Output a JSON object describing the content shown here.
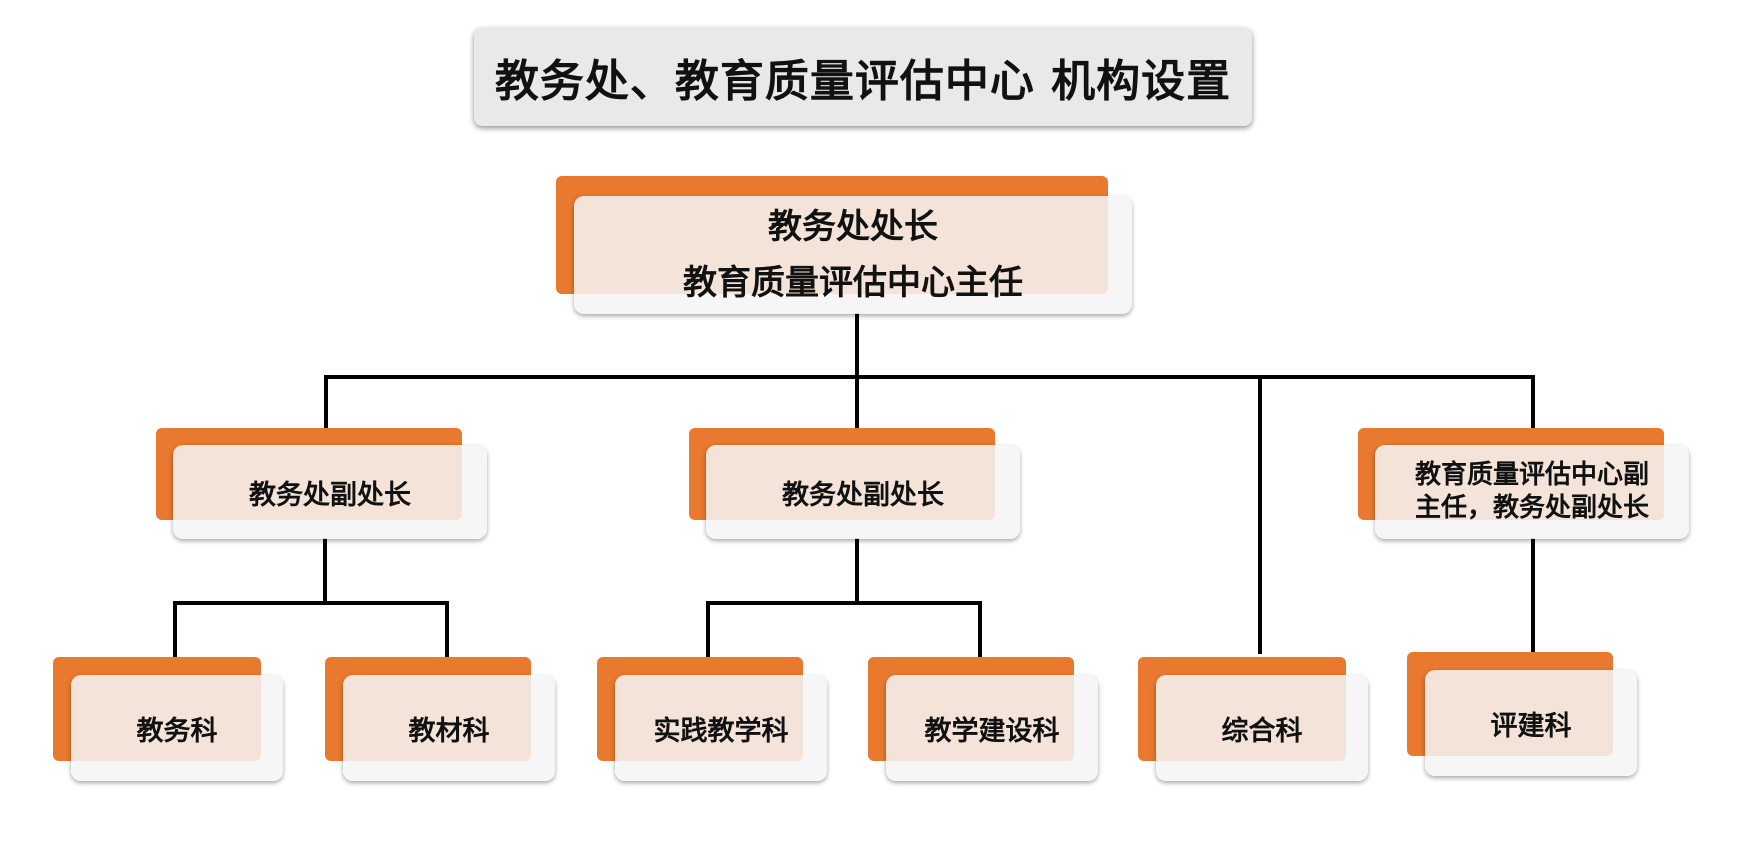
{
  "title": "教务处、教育质量评估中心 机构设置",
  "colors": {
    "accent": "#e8792f",
    "card": "#f4f4f4",
    "line": "#000000"
  },
  "nodes": {
    "head": "教务处处长\n教育质量评估中心主任",
    "deputy1": "教务处副处长",
    "deputy2": "教务处副处长",
    "deputy3": "教育质量评估中心副\n主任，教务处副处长",
    "jiaowuke": "教务科",
    "jiaocaike": "教材科",
    "shijian": "实践教学科",
    "jianshe": "教学建设科",
    "zonghe": "综合科",
    "pingjian": "评建科"
  }
}
